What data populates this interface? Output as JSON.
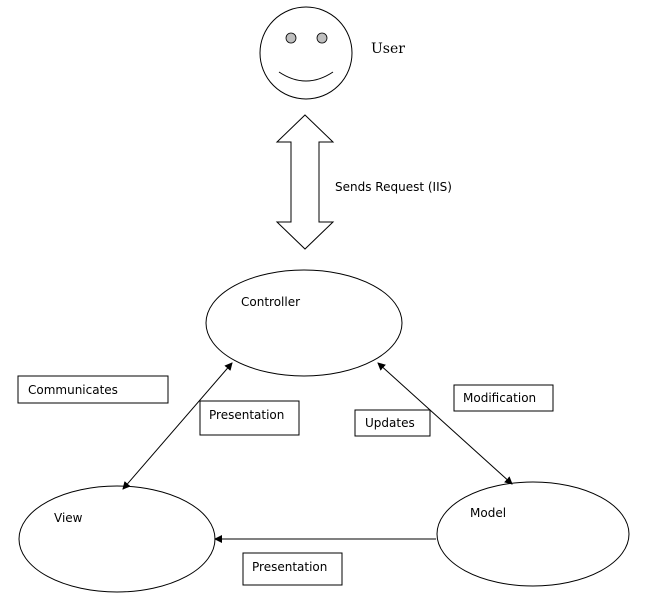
{
  "user": {
    "label": "User",
    "icon": "smiley-face-icon"
  },
  "request": {
    "label": "Sends Request (IIS)"
  },
  "nodes": {
    "controller": "Controller",
    "view": "View",
    "model": "Model"
  },
  "boxes": {
    "communicates": "Communicates",
    "presentation_upper": "Presentation",
    "updates": "Updates",
    "modification": "Modification",
    "presentation_lower": "Presentation"
  },
  "colors": {
    "stroke": "#000000",
    "fill": "#ffffff",
    "eye": "#bfbfbf"
  }
}
